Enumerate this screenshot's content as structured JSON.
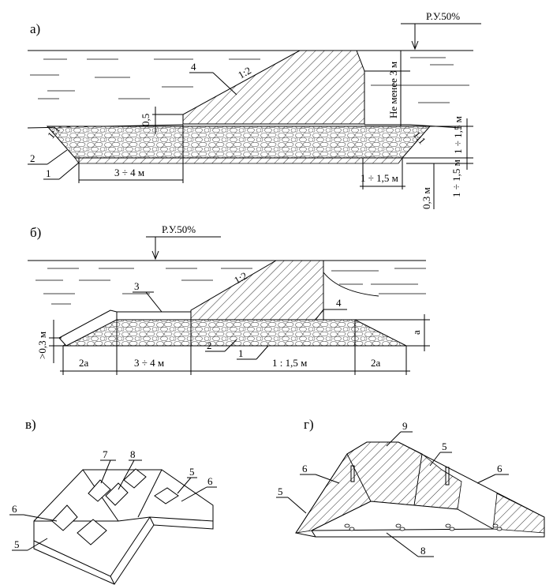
{
  "panels": {
    "a": {
      "label": "а)",
      "water_level": "Р.У.50%",
      "slope_top": "1:2",
      "min_depth": "Не менее 3 м",
      "height_05": "0,5",
      "slope_left": "1:1",
      "slope_right": "1:1",
      "width_left": "3 ÷ 4 м",
      "width_right": "1 ÷ 1,5 м",
      "thickness": "1 ÷ 1,5 м",
      "depth_03": "0,3 м",
      "callouts": [
        "1",
        "2",
        "4"
      ]
    },
    "b": {
      "label": "б)",
      "water_level": "Р.У.50%",
      "slope_top": "1:2",
      "thick_03": ">0,3 м",
      "dim_a": "a",
      "dims": [
        "2a",
        "3 ÷ 4 м",
        "1 : 1,5 м",
        "2a"
      ],
      "callouts": [
        "1",
        "2",
        "3",
        "4"
      ]
    },
    "c": {
      "label": "в)",
      "callouts": [
        "5",
        "5",
        "6",
        "6",
        "7",
        "8"
      ]
    },
    "d": {
      "label": "г)",
      "callouts": [
        "5",
        "5",
        "6",
        "6",
        "8",
        "9"
      ]
    }
  }
}
